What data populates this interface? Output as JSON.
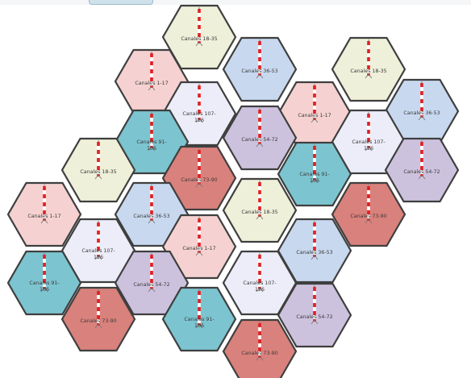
{
  "colors": {
    "pink": "#f5d2d1",
    "cream": "#eef0da",
    "blue": "#c8d8ef",
    "lavender": "#ecedf8",
    "teal": "#7cc4d0",
    "red": "#d9817c",
    "purple": "#cdc2de",
    "outline": "#3f3f3f",
    "tower": "#e02020"
  },
  "cells": [
    {
      "color": "cream",
      "line1": "Canales 18-35",
      "line2": ""
    },
    {
      "color": "pink",
      "line1": "Canales 1-17",
      "line2": ""
    },
    {
      "color": "blue",
      "line1": "Canales 36-53",
      "line2": ""
    },
    {
      "color": "cream",
      "line1": "Canales 18-35",
      "line2": ""
    },
    {
      "color": "lavender",
      "line1": "Canales 107-",
      "line2": "126"
    },
    {
      "color": "pink",
      "line1": "Canales 1-17",
      "line2": ""
    },
    {
      "color": "blue",
      "line1": "Canales 36-53",
      "line2": ""
    },
    {
      "color": "teal",
      "line1": "Canales 91-",
      "line2": "106"
    },
    {
      "color": "purple",
      "line1": "Canales 54-72",
      "line2": ""
    },
    {
      "color": "lavender",
      "line1": "Canales 107-",
      "line2": "126"
    },
    {
      "color": "cream",
      "line1": "Canales 18-35",
      "line2": ""
    },
    {
      "color": "red",
      "line1": "Canales 73-90",
      "line2": ""
    },
    {
      "color": "teal",
      "line1": "Canales 91-",
      "line2": "106"
    },
    {
      "color": "purple",
      "line1": "Canales 54-72",
      "line2": ""
    },
    {
      "color": "pink",
      "line1": "Canales 1-17",
      "line2": ""
    },
    {
      "color": "blue",
      "line1": "Canales 36-53",
      "line2": ""
    },
    {
      "color": "cream",
      "line1": "Canales 18-35",
      "line2": ""
    },
    {
      "color": "red",
      "line1": "Canales 73-90",
      "line2": ""
    },
    {
      "color": "lavender",
      "line1": "Canales 107-",
      "line2": "126"
    },
    {
      "color": "pink",
      "line1": "Canales 1-17",
      "line2": ""
    },
    {
      "color": "blue",
      "line1": "Canales 36-53",
      "line2": ""
    },
    {
      "color": "teal",
      "line1": "Canales 91-",
      "line2": "106"
    },
    {
      "color": "purple",
      "line1": "Canales 54-72",
      "line2": ""
    },
    {
      "color": "lavender",
      "line1": "Canales 107-",
      "line2": "126"
    },
    {
      "color": "purple",
      "line1": "Canales 54-72",
      "line2": ""
    },
    {
      "color": "red",
      "line1": "Canales 73-90",
      "line2": ""
    },
    {
      "color": "teal",
      "line1": "Canales 91-",
      "line2": "106"
    },
    {
      "color": "red",
      "line1": "Canales 73-90",
      "line2": ""
    }
  ]
}
